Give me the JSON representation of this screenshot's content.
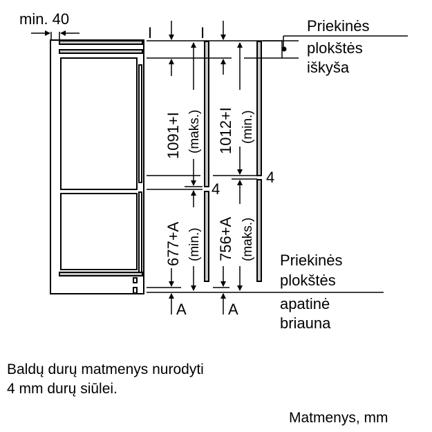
{
  "diagram": {
    "top_clearance_label": "min. 40",
    "front_panel_protrusion": [
      "Priekinės",
      "plokštės",
      "iškyša"
    ],
    "front_panel_bottom_edge": [
      "Priekinės",
      "plokštės",
      "apatinė",
      "briauna"
    ],
    "dim_upper_max": "1091+I",
    "dim_upper_max_qual": "(maks.)",
    "dim_upper_min": "1012+I",
    "dim_upper_min_qual": "(min.)",
    "dim_lower_min": "677+A",
    "dim_lower_min_qual": "(min.)",
    "dim_lower_max": "756+A",
    "dim_lower_max_qual": "(maks.)",
    "gap_label_a": "4",
    "gap_label_b": "4",
    "marker_I_1": "I",
    "marker_I_2": "I",
    "marker_A_1": "A",
    "marker_A_2": "A"
  },
  "notes": {
    "line1": "Baldų durų matmenys nurodyti",
    "line2": "4 mm durų siūlei.",
    "units": "Matmenys, mm"
  },
  "colors": {
    "line": "#000000",
    "panel_fill": "#c8c8c8"
  }
}
